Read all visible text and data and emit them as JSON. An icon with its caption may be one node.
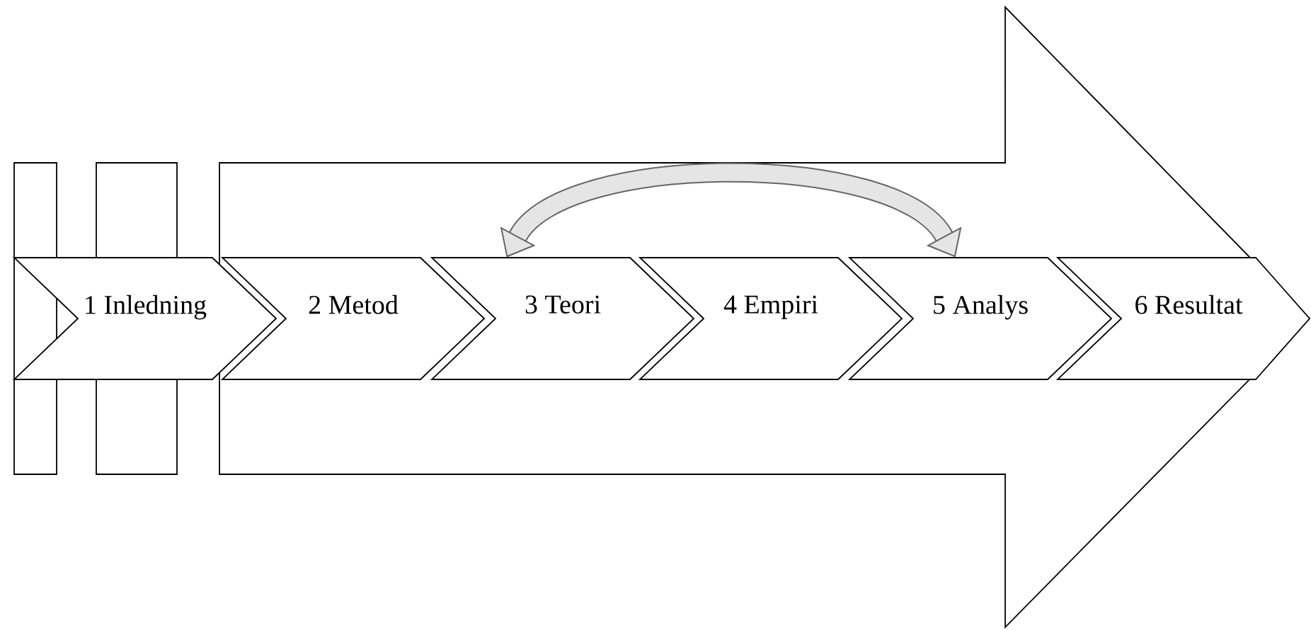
{
  "diagram": {
    "nodes": [
      {
        "text": [
          "1 Inledning"
        ]
      },
      {
        "text": [
          "2 Metod"
        ]
      },
      {
        "text": [
          "3 Teori"
        ]
      },
      {
        "text": [
          "4 Empiri"
        ]
      },
      {
        "text": [
          "5 Analys"
        ]
      },
      {
        "text": [
          "6 Resultat"
        ]
      }
    ],
    "edges": [
      {
        "from": 2,
        "to": 4,
        "arrow": "both"
      }
    ]
  }
}
